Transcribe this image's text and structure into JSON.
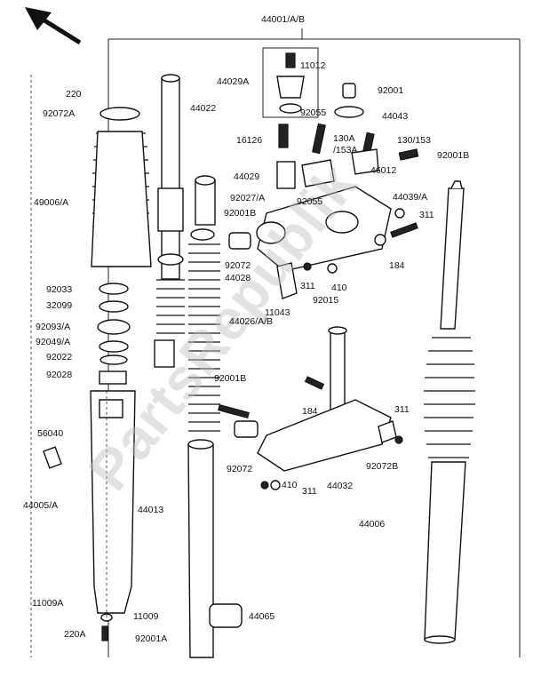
{
  "watermark": "PartsRepublik",
  "callouts": {
    "c44001": "44001/A/B",
    "c11012": "11012",
    "c44029A": "44029A",
    "c92055a": "92055",
    "c92001": "92001",
    "c44043": "44043",
    "c220": "220",
    "c44022": "44022",
    "c92072A": "92072A",
    "c16126": "16126",
    "c130A": "130A",
    "c153A": "/153A",
    "c130_153": "130/153",
    "c92001B_r": "92001B",
    "c46012": "46012",
    "c44029": "44029",
    "c49006": "49006/A",
    "c92027": "92027/A",
    "c92055b": "92055",
    "c44039": "44039/A",
    "c92001B_m": "92001B",
    "c311a": "311",
    "c92072a": "92072",
    "c44028": "44028",
    "c184a": "184",
    "c92033": "92033",
    "c311b": "311",
    "c410a": "410",
    "c32099": "32099",
    "c11043": "11043",
    "c92015": "92015",
    "c92093": "92093/A",
    "c44026": "44026/A/B",
    "c92049": "92049/A",
    "c92022": "92022",
    "c92028": "92028",
    "c92001B_l": "92001B",
    "c184b": "184",
    "c311c": "311",
    "c56040": "56040",
    "c92072b": "92072",
    "c92072B": "92072B",
    "c410b": "410",
    "c311d": "311",
    "c44032": "44032",
    "c44005": "44005/A",
    "c44013": "44013",
    "c44006": "44006",
    "c11009A": "11009A",
    "c11009": "11009",
    "c44065": "44065",
    "c220A": "220A",
    "c92001A": "92001A"
  }
}
